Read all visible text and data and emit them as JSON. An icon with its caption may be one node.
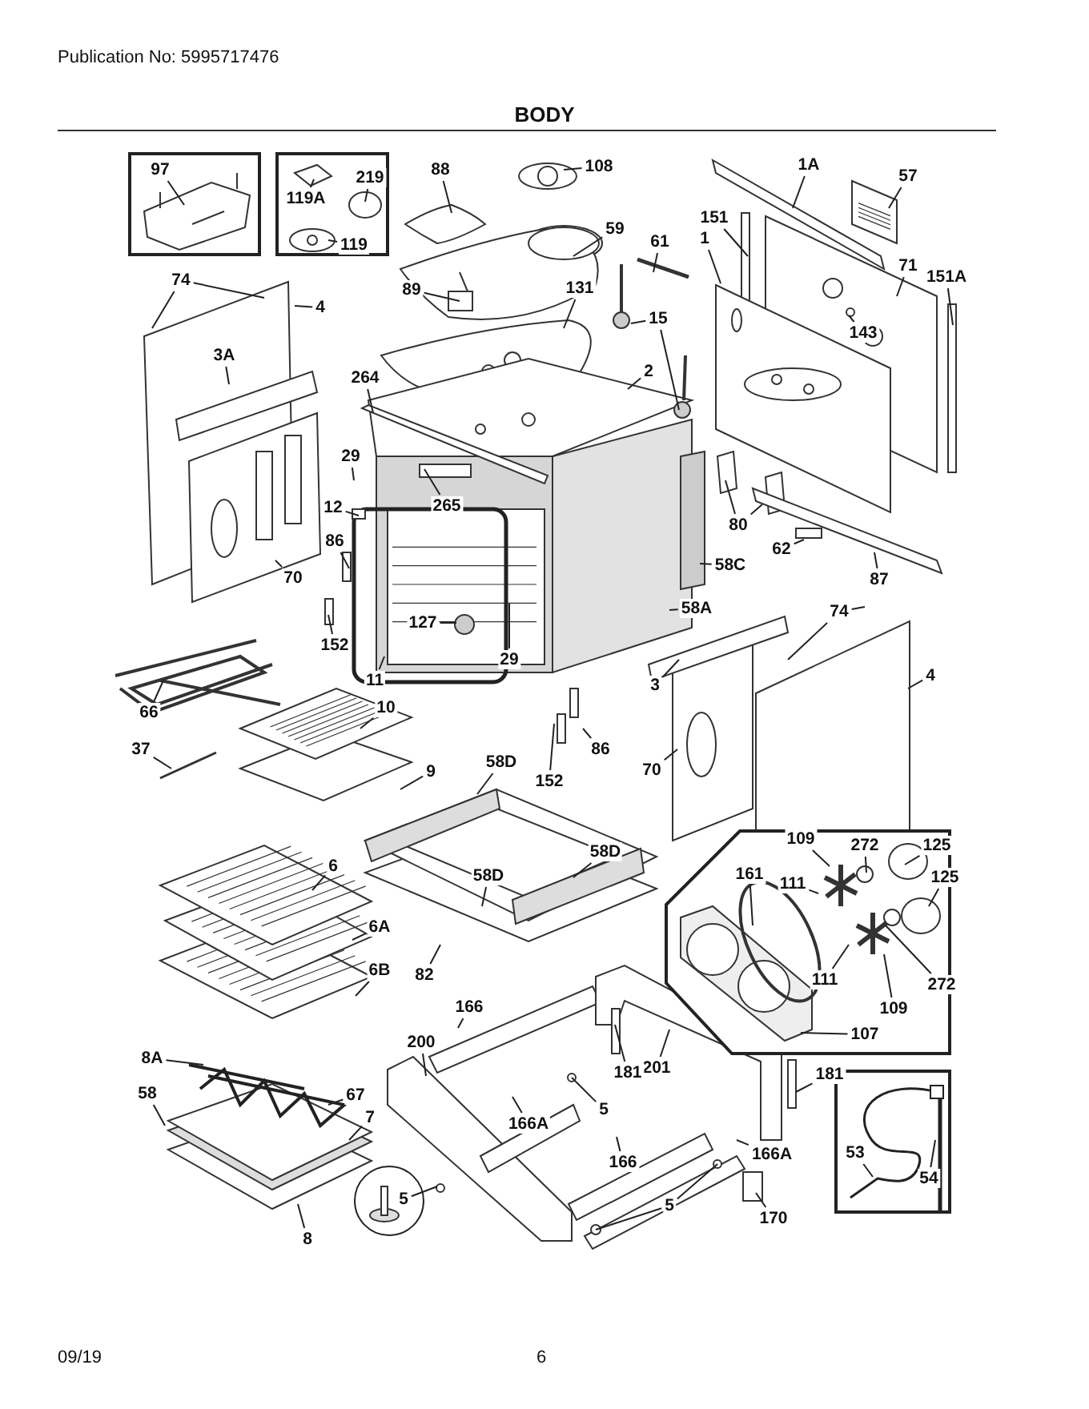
{
  "diagram": {
    "title": "BODY",
    "nodes": [
      {
        "text": [],
        "shape": "box"
      },
      {
        "text": [
          "97"
        ],
        "in": 0
      },
      {
        "text": [],
        "shape": "box"
      },
      {
        "text": [
          "119A"
        ],
        "in": 2
      },
      {
        "text": [
          "219"
        ],
        "in": 2
      },
      {
        "text": [
          "119"
        ],
        "in": 2
      },
      {
        "text": [
          "88"
        ]
      },
      {
        "text": [
          "108"
        ]
      },
      {
        "text": [
          "74"
        ]
      },
      {
        "text": [
          "4"
        ]
      },
      {
        "text": [
          "3A"
        ]
      },
      {
        "text": [
          "89"
        ]
      },
      {
        "text": [
          "59"
        ]
      },
      {
        "text": [
          "61"
        ]
      },
      {
        "text": [
          "131"
        ]
      },
      {
        "text": [
          "15"
        ]
      },
      {
        "text": [
          "2"
        ]
      },
      {
        "text": [
          "1A"
        ]
      },
      {
        "text": [
          "57"
        ]
      },
      {
        "text": [
          "151"
        ]
      },
      {
        "text": [
          "1"
        ]
      },
      {
        "text": [
          "71"
        ]
      },
      {
        "text": [
          "151A"
        ]
      },
      {
        "text": [
          "143"
        ]
      },
      {
        "text": [
          "264"
        ]
      },
      {
        "text": [
          "29"
        ]
      },
      {
        "text": [
          "12"
        ]
      },
      {
        "text": [
          "265"
        ]
      },
      {
        "text": [
          "86"
        ]
      },
      {
        "text": [
          "70"
        ]
      },
      {
        "text": [
          "152"
        ]
      },
      {
        "text": [
          "127"
        ]
      },
      {
        "text": [
          "29"
        ]
      },
      {
        "text": [
          "80"
        ]
      },
      {
        "text": [
          "62"
        ]
      },
      {
        "text": [
          "87"
        ]
      },
      {
        "text": [
          "58C"
        ]
      },
      {
        "text": [
          "58A"
        ]
      },
      {
        "text": [
          "74"
        ]
      },
      {
        "text": [
          "66"
        ]
      },
      {
        "text": [
          "11"
        ]
      },
      {
        "text": [
          "10"
        ]
      },
      {
        "text": [
          "37"
        ]
      },
      {
        "text": [
          "9"
        ]
      },
      {
        "text": [
          "58D"
        ]
      },
      {
        "text": [
          "86"
        ]
      },
      {
        "text": [
          "152"
        ]
      },
      {
        "text": [
          "3"
        ]
      },
      {
        "text": [
          "70"
        ]
      },
      {
        "text": [
          "4"
        ]
      },
      {
        "text": [],
        "shape": "box"
      },
      {
        "text": [
          "109"
        ],
        "in": 50
      },
      {
        "text": [
          "272"
        ],
        "in": 50
      },
      {
        "text": [
          "125"
        ],
        "in": 50
      },
      {
        "text": [
          "161"
        ],
        "in": 50
      },
      {
        "text": [
          "111"
        ],
        "in": 50
      },
      {
        "text": [
          "125"
        ],
        "in": 50
      },
      {
        "text": [
          "272"
        ],
        "in": 50
      },
      {
        "text": [
          "111"
        ],
        "in": 50
      },
      {
        "text": [
          "109"
        ],
        "in": 50
      },
      {
        "text": [
          "107"
        ],
        "in": 50
      },
      {
        "text": [
          "58D"
        ]
      },
      {
        "text": [
          "58D"
        ]
      },
      {
        "text": [
          "6"
        ]
      },
      {
        "text": [
          "6A"
        ]
      },
      {
        "text": [
          "6B"
        ]
      },
      {
        "text": [
          "82"
        ]
      },
      {
        "text": [
          "166"
        ]
      },
      {
        "text": [
          "200"
        ]
      },
      {
        "text": [
          "201"
        ]
      },
      {
        "text": [
          "181"
        ]
      },
      {
        "text": [
          "5"
        ]
      },
      {
        "text": [
          "181"
        ]
      },
      {
        "text": [
          "8A"
        ]
      },
      {
        "text": [
          "67"
        ]
      },
      {
        "text": [
          "58"
        ]
      },
      {
        "text": [
          "7"
        ]
      },
      {
        "text": [
          "166A"
        ]
      },
      {
        "text": [
          "166"
        ]
      },
      {
        "text": [
          "166A"
        ]
      },
      {
        "text": [
          "5"
        ]
      },
      {
        "text": [
          "5"
        ]
      },
      {
        "text": [
          "170"
        ]
      },
      {
        "text": [
          "8"
        ]
      },
      {
        "text": [],
        "shape": "box"
      },
      {
        "text": [
          "53"
        ],
        "in": 84
      },
      {
        "text": [
          "54"
        ],
        "in": 84
      }
    ],
    "edges": [
      {
        "from": 1,
        "to": null,
        "arrow": "none"
      },
      {
        "from": 3,
        "to": null,
        "arrow": "none"
      },
      {
        "from": 4,
        "to": null,
        "arrow": "none"
      },
      {
        "from": 5,
        "to": null,
        "arrow": "none"
      },
      {
        "from": 6,
        "to": null,
        "arrow": "none"
      },
      {
        "from": 7,
        "to": null,
        "arrow": "none"
      },
      {
        "from": 8,
        "to": null,
        "arrow": "none"
      },
      {
        "from": 8,
        "to": null,
        "arrow": "none"
      },
      {
        "from": 9,
        "to": null,
        "arrow": "none"
      },
      {
        "from": 10,
        "to": null,
        "arrow": "none"
      },
      {
        "from": 11,
        "to": null,
        "arrow": "none"
      },
      {
        "from": 12,
        "to": null,
        "arrow": "none"
      },
      {
        "from": 13,
        "to": null,
        "arrow": "none"
      },
      {
        "from": 14,
        "to": null,
        "arrow": "none"
      },
      {
        "from": 15,
        "to": null,
        "arrow": "none"
      },
      {
        "from": 15,
        "to": null,
        "arrow": "none"
      },
      {
        "from": 16,
        "to": null,
        "arrow": "none"
      },
      {
        "from": 17,
        "to": null,
        "arrow": "none"
      },
      {
        "from": 18,
        "to": null,
        "arrow": "none"
      },
      {
        "from": 19,
        "to": null,
        "arrow": "none"
      },
      {
        "from": 20,
        "to": null,
        "arrow": "none"
      },
      {
        "from": 21,
        "to": null,
        "arrow": "none"
      },
      {
        "from": 22,
        "to": null,
        "arrow": "none"
      },
      {
        "from": 23,
        "to": null,
        "arrow": "none"
      },
      {
        "from": 24,
        "to": null,
        "arrow": "none"
      },
      {
        "from": 25,
        "to": null,
        "arrow": "none"
      },
      {
        "from": 26,
        "to": null,
        "arrow": "none"
      },
      {
        "from": 27,
        "to": null,
        "arrow": "none"
      },
      {
        "from": 28,
        "to": null,
        "arrow": "none"
      },
      {
        "from": 29,
        "to": null,
        "arrow": "none"
      },
      {
        "from": 30,
        "to": null,
        "arrow": "none"
      },
      {
        "from": 31,
        "to": null,
        "arrow": "none"
      },
      {
        "from": 32,
        "to": null,
        "arrow": "none"
      },
      {
        "from": 33,
        "to": null,
        "arrow": "none"
      },
      {
        "from": 33,
        "to": null,
        "arrow": "none"
      },
      {
        "from": 34,
        "to": null,
        "arrow": "none"
      },
      {
        "from": 35,
        "to": null,
        "arrow": "none"
      },
      {
        "from": 36,
        "to": null,
        "arrow": "none"
      },
      {
        "from": 37,
        "to": null,
        "arrow": "none"
      },
      {
        "from": 38,
        "to": null,
        "arrow": "none"
      },
      {
        "from": 38,
        "to": null,
        "arrow": "none"
      },
      {
        "from": 39,
        "to": null,
        "arrow": "none"
      },
      {
        "from": 40,
        "to": null,
        "arrow": "none"
      },
      {
        "from": 41,
        "to": null,
        "arrow": "none"
      },
      {
        "from": 42,
        "to": null,
        "arrow": "none"
      },
      {
        "from": 43,
        "to": null,
        "arrow": "none"
      },
      {
        "from": 44,
        "to": null,
        "arrow": "none"
      },
      {
        "from": 45,
        "to": null,
        "arrow": "none"
      },
      {
        "from": 46,
        "to": null,
        "arrow": "none"
      },
      {
        "from": 47,
        "to": null,
        "arrow": "none"
      },
      {
        "from": 48,
        "to": null,
        "arrow": "none"
      },
      {
        "from": 49,
        "to": null,
        "arrow": "none"
      },
      {
        "from": 61,
        "to": null,
        "arrow": "none"
      },
      {
        "from": 62,
        "to": null,
        "arrow": "none"
      },
      {
        "from": 63,
        "to": null,
        "arrow": "none"
      },
      {
        "from": 64,
        "to": null,
        "arrow": "none"
      },
      {
        "from": 65,
        "to": null,
        "arrow": "none"
      },
      {
        "from": 66,
        "to": null,
        "arrow": "none"
      },
      {
        "from": 51,
        "to": null,
        "arrow": "none"
      },
      {
        "from": 52,
        "to": null,
        "arrow": "none"
      },
      {
        "from": 53,
        "to": null,
        "arrow": "none"
      },
      {
        "from": 54,
        "to": null,
        "arrow": "none"
      },
      {
        "from": 55,
        "to": null,
        "arrow": "none"
      },
      {
        "from": 56,
        "to": null,
        "arrow": "none"
      },
      {
        "from": 57,
        "to": null,
        "arrow": "none"
      },
      {
        "from": 58,
        "to": null,
        "arrow": "none"
      },
      {
        "from": 59,
        "to": null,
        "arrow": "none"
      },
      {
        "from": 60,
        "to": null,
        "arrow": "none"
      },
      {
        "from": 67,
        "to": null,
        "arrow": "none"
      },
      {
        "from": 68,
        "to": null,
        "arrow": "none"
      },
      {
        "from": 69,
        "to": null,
        "arrow": "none"
      },
      {
        "from": 70,
        "to": null,
        "arrow": "none"
      },
      {
        "from": 71,
        "to": null,
        "arrow": "none"
      },
      {
        "from": 72,
        "to": null,
        "arrow": "none"
      },
      {
        "from": 73,
        "to": null,
        "arrow": "none"
      },
      {
        "from": 74,
        "to": null,
        "arrow": "none"
      },
      {
        "from": 75,
        "to": null,
        "arrow": "none"
      },
      {
        "from": 76,
        "to": null,
        "arrow": "none"
      },
      {
        "from": 77,
        "to": null,
        "arrow": "none"
      },
      {
        "from": 78,
        "to": null,
        "arrow": "none"
      },
      {
        "from": 79,
        "to": null,
        "arrow": "none"
      },
      {
        "from": 80,
        "to": null,
        "arrow": "none"
      },
      {
        "from": 81,
        "to": null,
        "arrow": "none"
      },
      {
        "from": 81,
        "to": null,
        "arrow": "none"
      },
      {
        "from": 82,
        "to": null,
        "arrow": "none"
      },
      {
        "from": 83,
        "to": null,
        "arrow": "none"
      },
      {
        "from": 85,
        "to": null,
        "arrow": "none"
      },
      {
        "from": 86,
        "to": null,
        "arrow": "none"
      }
    ],
    "labels": [
      "Publication No: 5995717476",
      "09/19",
      "6"
    ]
  }
}
